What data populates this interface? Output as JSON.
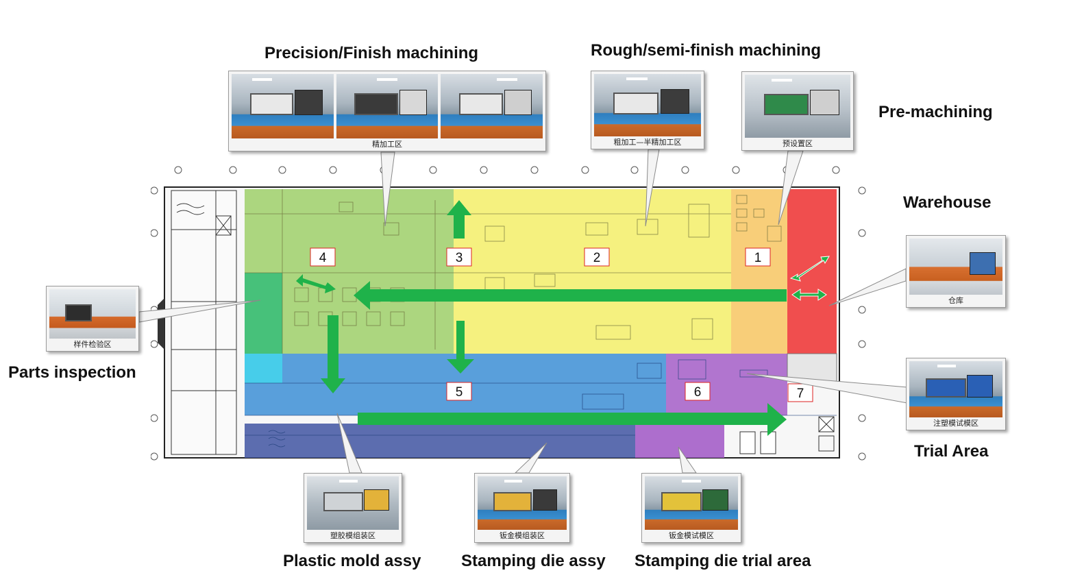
{
  "titles": {
    "precision": "Precision/Finish machining",
    "rough": "Rough/semi-finish machining",
    "pre": "Pre-machining",
    "warehouse": "Warehouse",
    "parts": "Parts inspection",
    "trial": "Trial Area",
    "plastic": "Plastic mold assy",
    "stamping_assy": "Stamping die assy",
    "stamping_trial": "Stamping die trial area"
  },
  "captions": {
    "precision": "精加工区",
    "rough": "粗加工—半精加工区",
    "pre": "预设置区",
    "warehouse": "仓库",
    "parts": "样件检验区",
    "trial": "注塑模试模区",
    "plastic": "塑胶模组装区",
    "stamping_assy": "钣金模组装区",
    "stamping_trial": "钣金模试模区"
  },
  "zones": {
    "z1": "1",
    "z2": "2",
    "z3": "3",
    "z4": "4",
    "z5": "5",
    "z6": "6",
    "z7": "7"
  },
  "colors": {
    "zone_green": "#9fd06a",
    "zone_yellow": "#f4f06a",
    "zone_orange": "#f7c96a",
    "zone_red": "#ee3b3b",
    "zone_teal": "#3cbf7a",
    "zone_cyan": "#33c8e8",
    "zone_blue": "#3d8fd6",
    "zone_navy": "#4a5da6",
    "zone_purple": "#a45ec8",
    "arrow": "#1fb24a"
  }
}
